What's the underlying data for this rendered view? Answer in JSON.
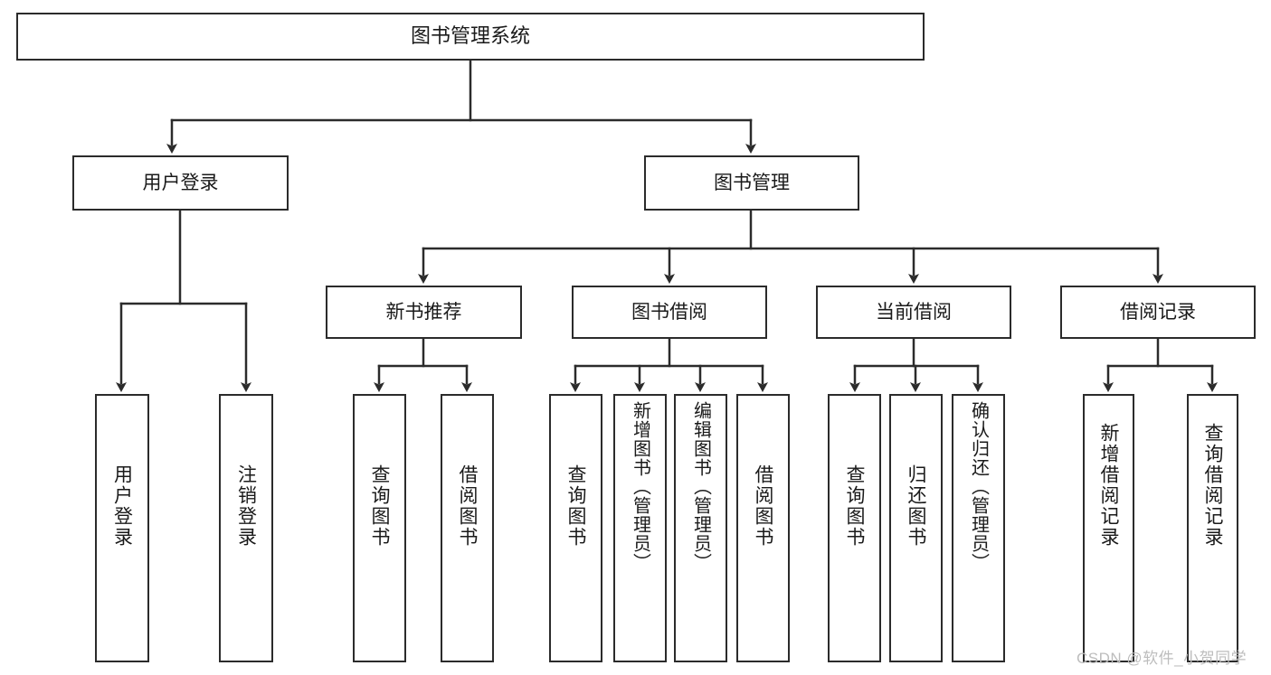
{
  "diagram": {
    "title": "图书管理系统",
    "type": "tree",
    "watermark": "CSDN @软件_小贺同学",
    "colors": {
      "stroke": "#2b2b2b",
      "fill": "#ffffff",
      "text": "#1a1a1a",
      "watermark": "#bdbdbd"
    },
    "nodes": {
      "root": {
        "label": "图书管理系统"
      },
      "level2": [
        {
          "label": "用户登录"
        },
        {
          "label": "图书管理"
        }
      ],
      "level3": [
        {
          "label": "新书推荐"
        },
        {
          "label": "图书借阅"
        },
        {
          "label": "当前借阅"
        },
        {
          "label": "借阅记录"
        }
      ],
      "leaves": {
        "user_login": [
          {
            "label": "用户登录"
          },
          {
            "label": "注销登录"
          }
        ],
        "new_book": [
          {
            "label": "查询图书"
          },
          {
            "label": "借阅图书"
          }
        ],
        "book_borrow": [
          {
            "label": "查询图书"
          },
          {
            "label": "新增图书（管理员）"
          },
          {
            "label": "编辑图书（管理员）"
          },
          {
            "label": "借阅图书"
          }
        ],
        "current_borrow": [
          {
            "label": "查询图书"
          },
          {
            "label": "归还图书"
          },
          {
            "label": "确认归还（管理员）"
          }
        ],
        "borrow_record": [
          {
            "label": "新增借阅记录"
          },
          {
            "label": "查询借阅记录"
          }
        ]
      }
    }
  }
}
